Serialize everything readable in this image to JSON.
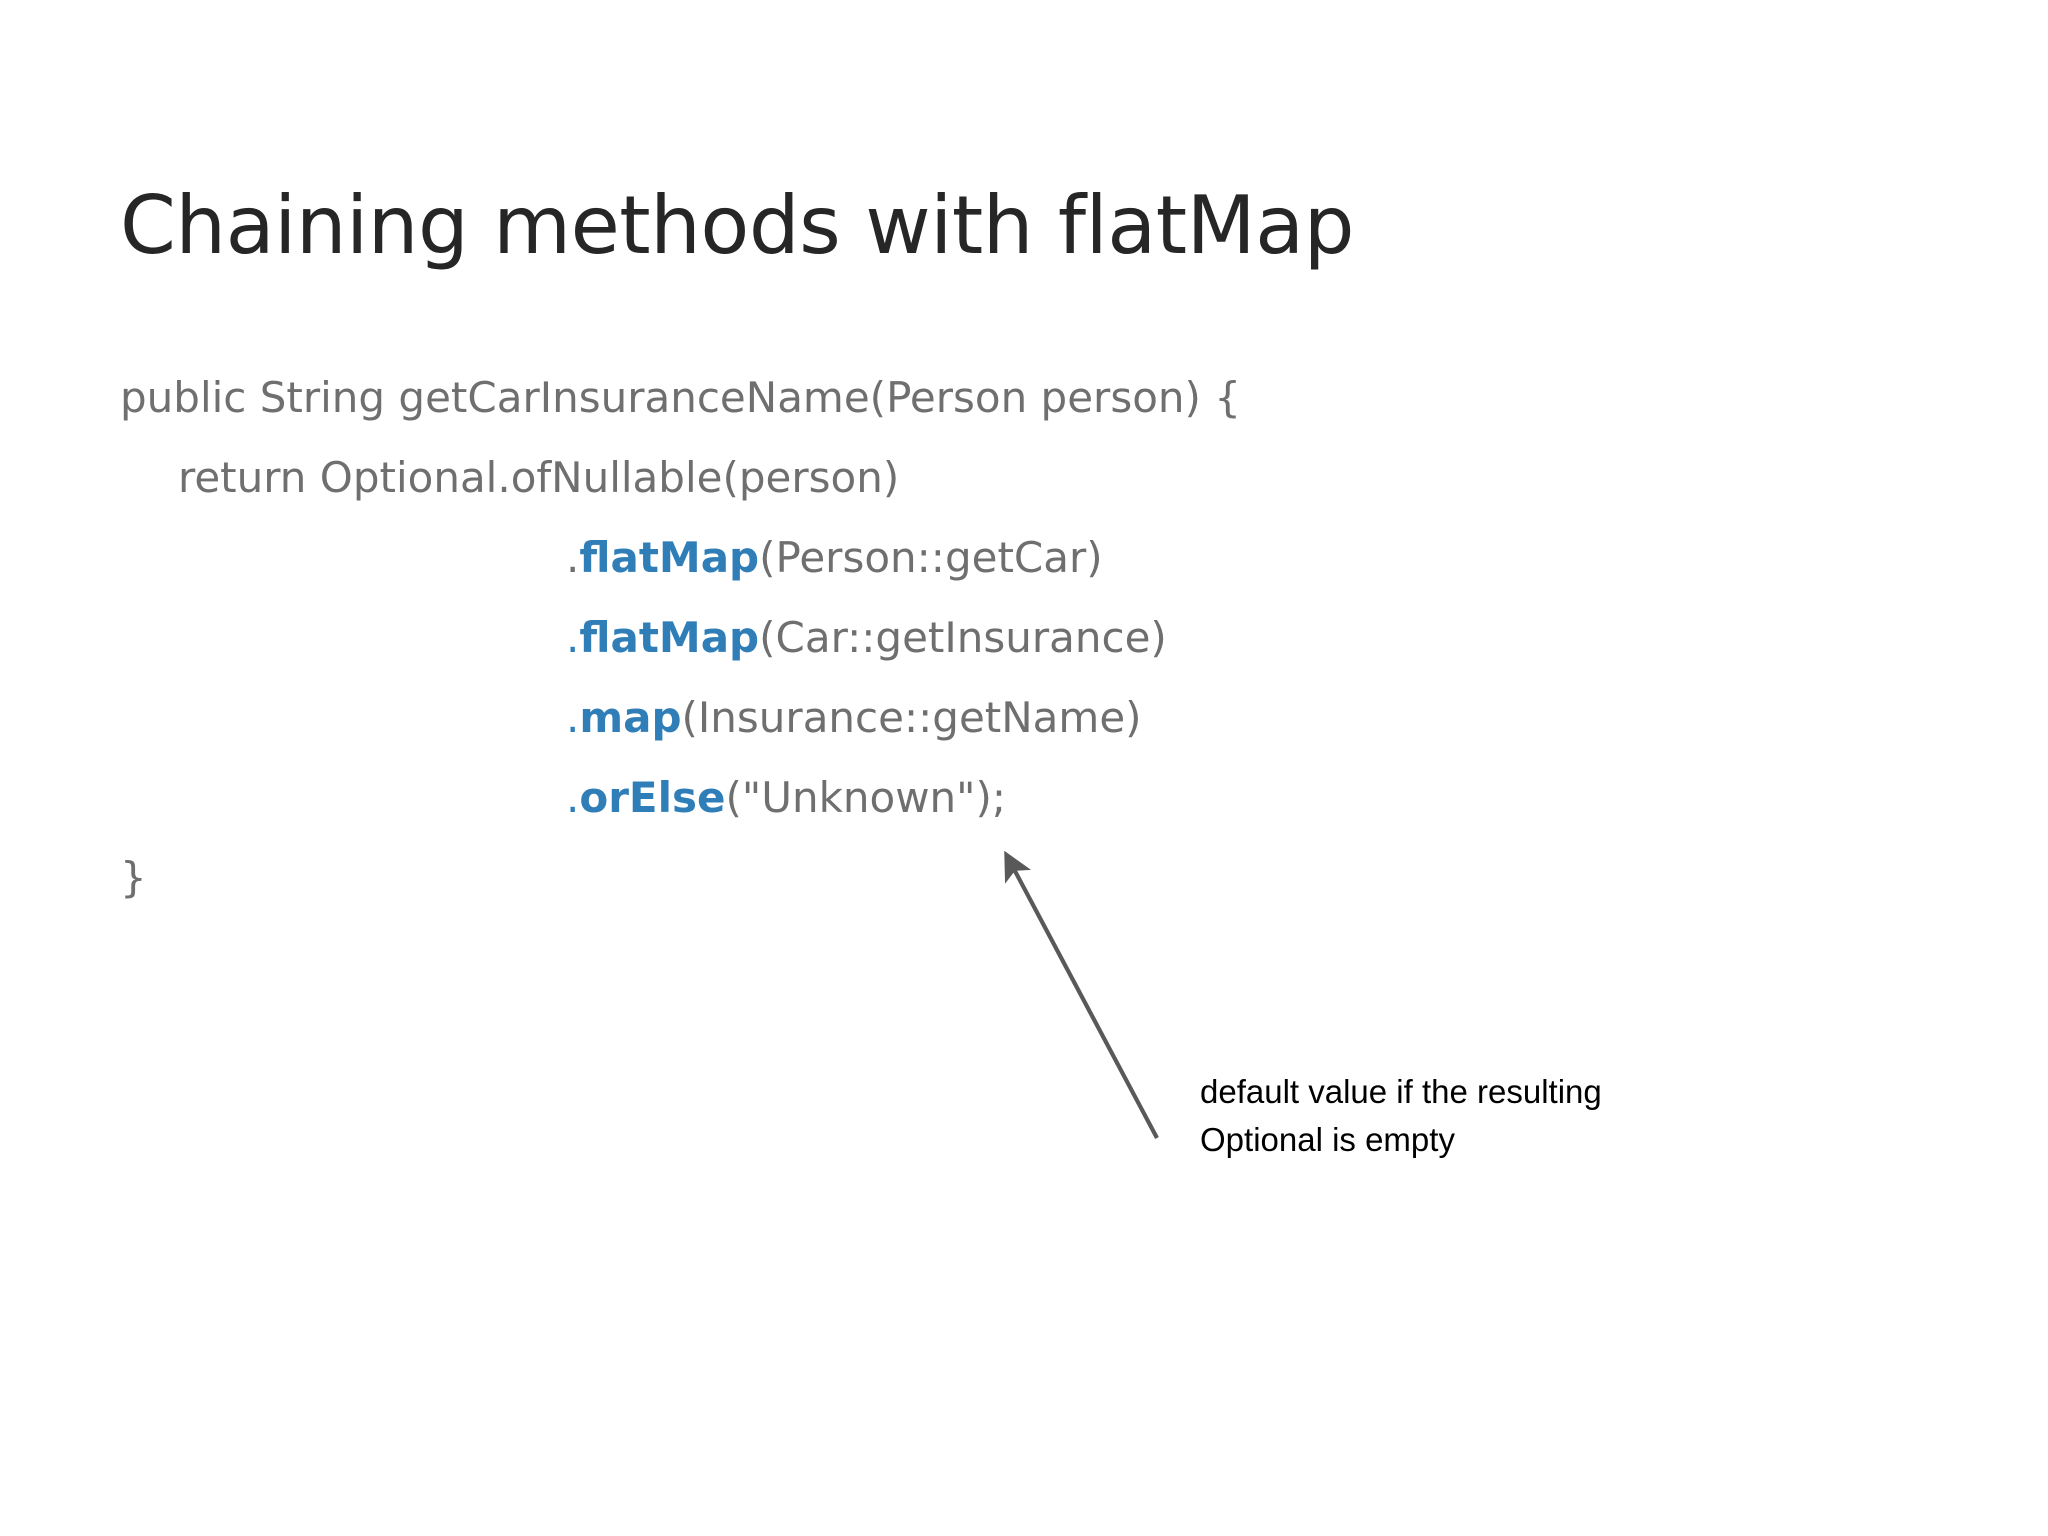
{
  "slide": {
    "title": "Chaining methods with flatMap",
    "background_color": "#ffffff",
    "title_color": "#262626",
    "code_color": "#6f6f6f",
    "accent_color": "#2f7eb8",
    "arrow_color": "#595959",
    "annotation_color": "#000000"
  },
  "code": {
    "line1": "public String getCarInsuranceName(Person person) {",
    "line2": "return Optional.ofNullable(person)",
    "line3_dot": ".",
    "line3_method": "flatMap",
    "line3_args": "(Person::getCar)",
    "line4_dot": ".",
    "line4_method": "flatMap",
    "line4_args": "(Car::getInsurance)",
    "line5_dot": ".",
    "line5_method": "map",
    "line5_args": "(Insurance::getName)",
    "line6_dot": ".",
    "line6_method": "orElse",
    "line6_args": "(\"Unknown\");",
    "line7": "}"
  },
  "annotation": {
    "line1": "default value if the resulting",
    "line2": "Optional is empty"
  }
}
